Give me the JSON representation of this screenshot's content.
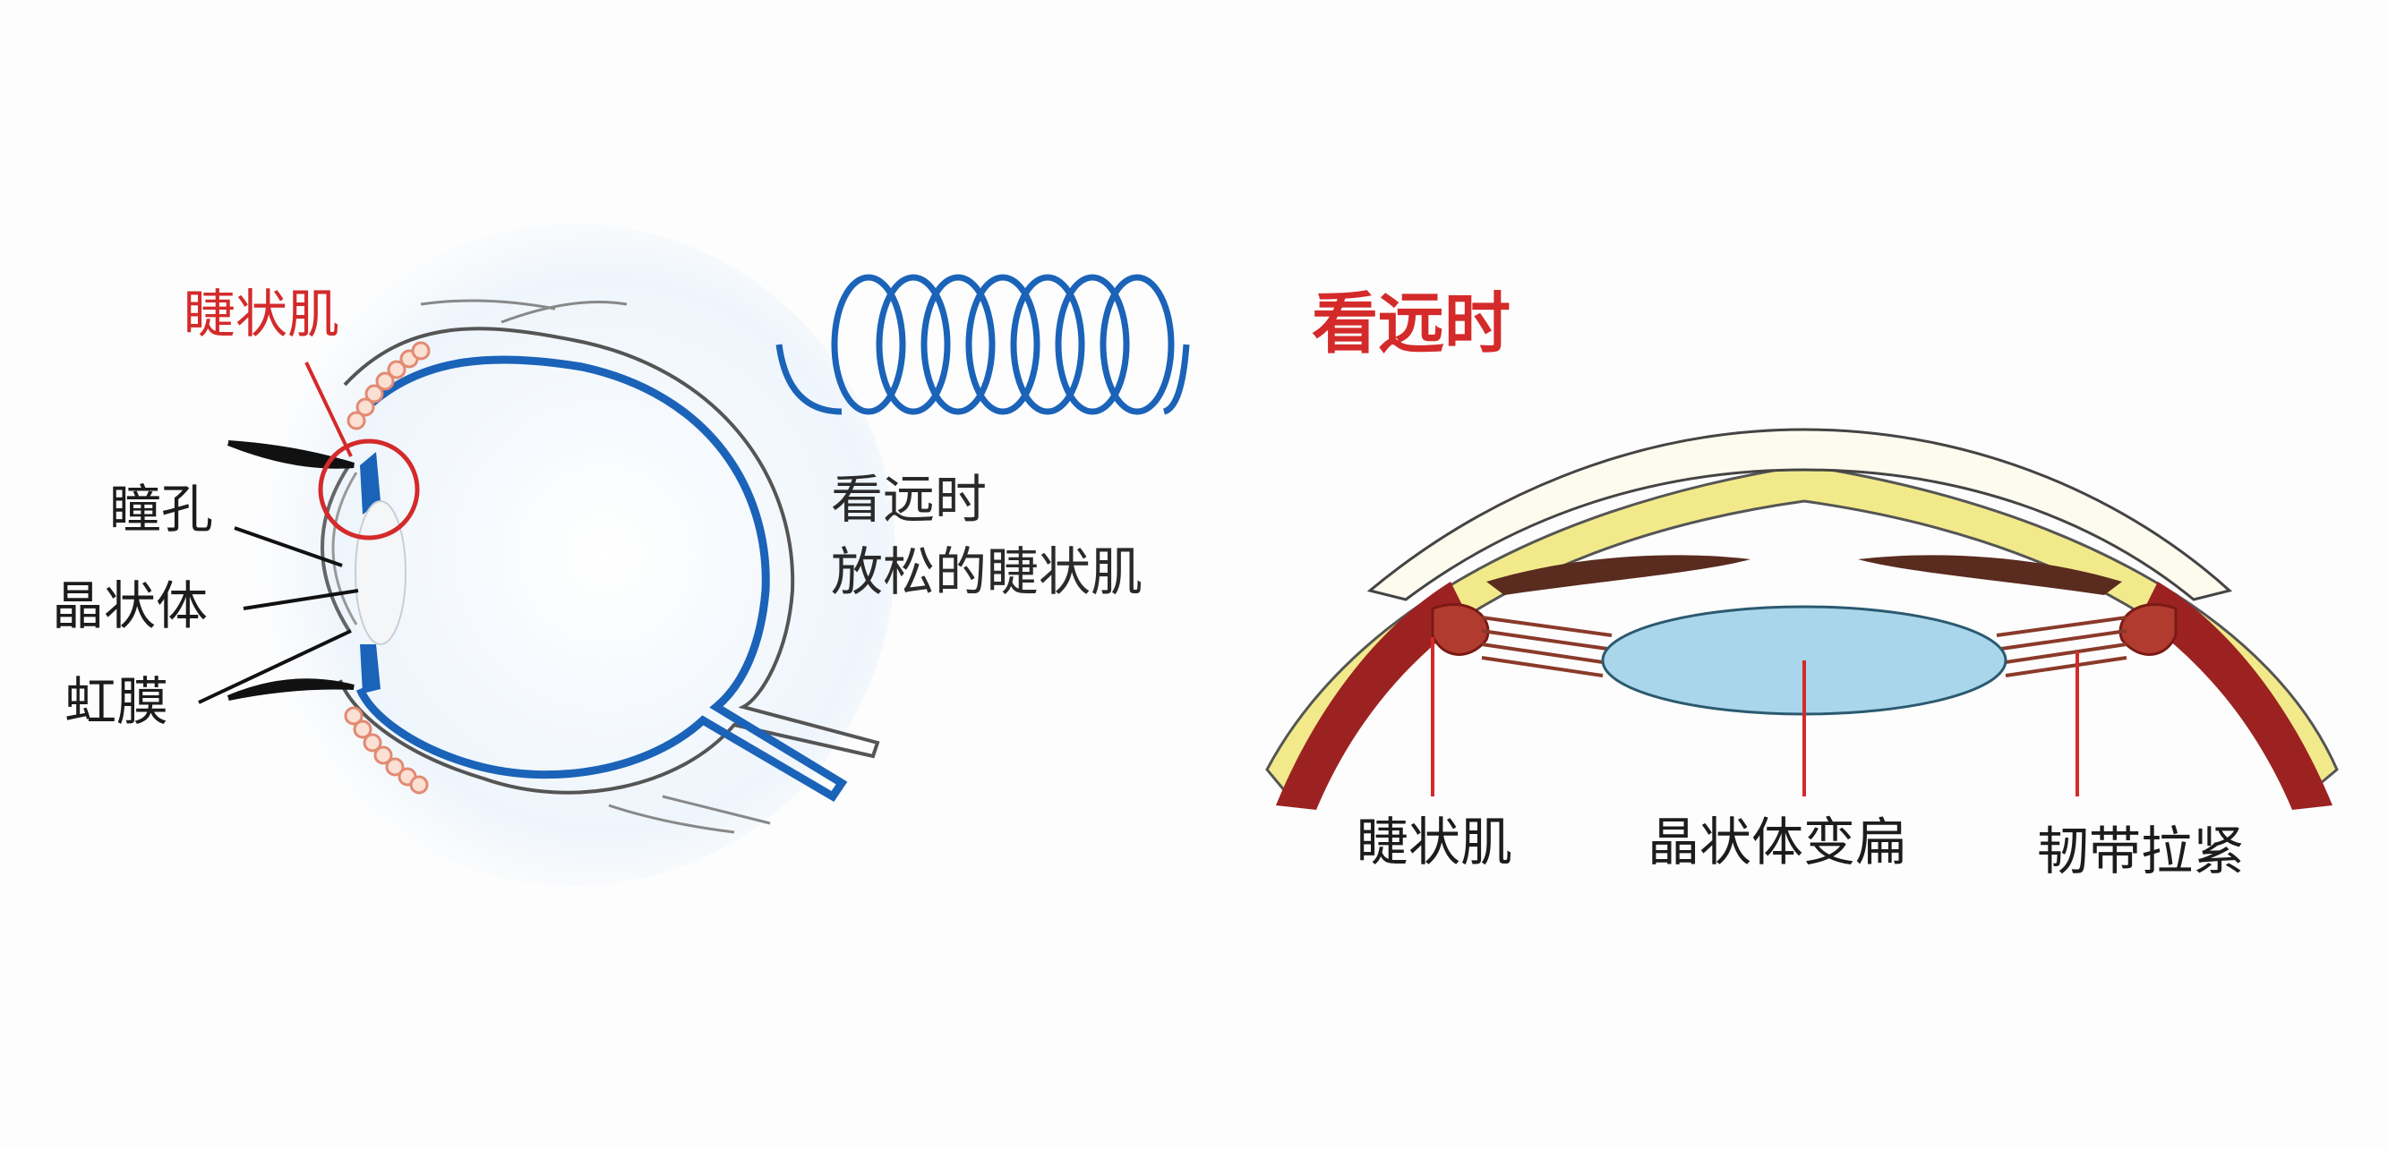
{
  "left_diagram": {
    "labels": {
      "ciliary_muscle": "睫状肌",
      "pupil": "瞳孔",
      "lens": "晶状体",
      "iris": "虹膜"
    }
  },
  "spring_caption": {
    "line1": "看远时",
    "line2": "放松的睫状肌"
  },
  "right_diagram": {
    "title": "看远时",
    "labels": {
      "ciliary_muscle": "睫状肌",
      "lens_flat": "晶状体变扁",
      "zonule_tight": "韧带拉紧"
    }
  },
  "colors": {
    "label_red": "#d42a2a",
    "retina_blue": "#1a63b8",
    "lens_blue": "#a9d6ea",
    "muscle_red": "#9c2222",
    "sclera_yellow": "#f2ea8a"
  }
}
